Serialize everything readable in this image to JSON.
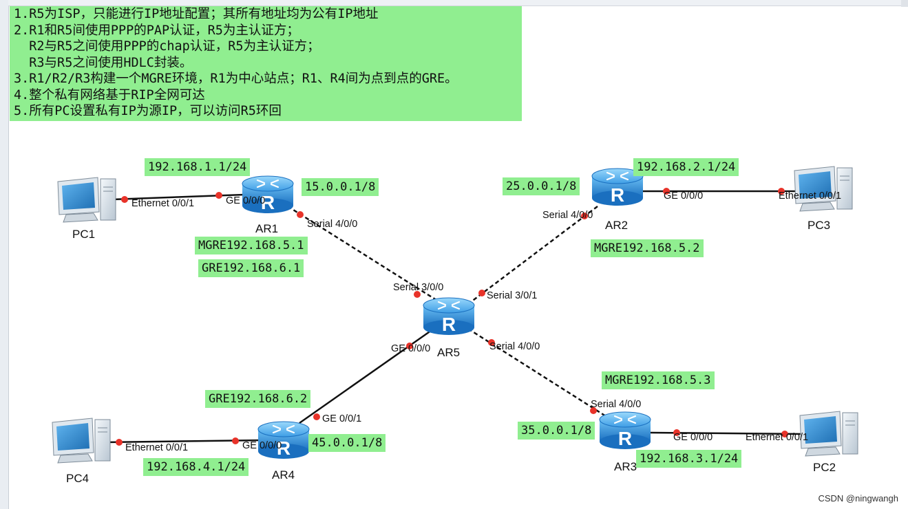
{
  "notes": [
    "1.R5为ISP，只能进行IP地址配置；其所有地址均为公有IP地址",
    "2.R1和R5间使用PPP的PAP认证，R5为主认证方；",
    "  R2与R5之间使用PPP的chap认证，R5为主认证方；",
    "  R3与R5之间使用HDLC封装。",
    "3.R1/R2/R3构建一个MGRE环境，R1为中心站点；R1、R4间为点到点的GRE。",
    "4.整个私有网络基于RIP全网可达",
    "5.所有PC设置私有IP为源IP，可以访问R5环回"
  ],
  "devices": {
    "ar1": "AR1",
    "ar2": "AR2",
    "ar3": "AR3",
    "ar4": "AR4",
    "ar5": "AR5",
    "pc1": "PC1",
    "pc2": "PC2",
    "pc3": "PC3",
    "pc4": "PC4"
  },
  "labels": {
    "ar1_lan": "192.168.1.1/24",
    "ar1_wan": "15.0.0.1/8",
    "ar1_mgre": "MGRE192.168.5.1",
    "ar1_gre": "GRE192.168.6.1",
    "ar2_lan": "192.168.2.1/24",
    "ar2_wan": "25.0.0.1/8",
    "ar2_mgre": "MGRE192.168.5.2",
    "ar3_mgre": "MGRE192.168.5.3",
    "ar3_wan": "35.0.0.1/8",
    "ar3_lan": "192.168.3.1/24",
    "ar4_gre": "GRE192.168.6.2",
    "ar4_wan": "45.0.0.1/8",
    "ar4_lan": "192.168.4.1/24"
  },
  "ports": {
    "pc1_eth": "Ethernet 0/0/1",
    "ar1_ge": "GE 0/0/0",
    "ar1_serial": "Serial 4/0/0",
    "ar2_serial": "Serial 4/0/0",
    "ar2_ge": "GE 0/0/0",
    "pc3_eth": "Ethernet 0/0/1",
    "ar5_s300": "Serial 3/0/0",
    "ar5_s301": "Serial 3/0/1",
    "ar5_s400": "Serial 4/0/0",
    "ar5_ge": "GE 0/0/0",
    "ar4_ge1": "GE 0/0/1",
    "ar4_ge0": "GE 0/0/0",
    "pc4_eth": "Ethernet 0/0/1",
    "ar3_serial": "Serial 4/0/0",
    "ar3_ge": "GE 0/0/0",
    "pc2_eth": "Ethernet 0/0/1"
  },
  "colors": {
    "label_bg": "#90ee90",
    "router_blue": "#2f8fd8",
    "port_dot": "#e8332a"
  },
  "icons": [
    "router-icon",
    "pc-icon"
  ],
  "watermark": "CSDN @ningwangh"
}
